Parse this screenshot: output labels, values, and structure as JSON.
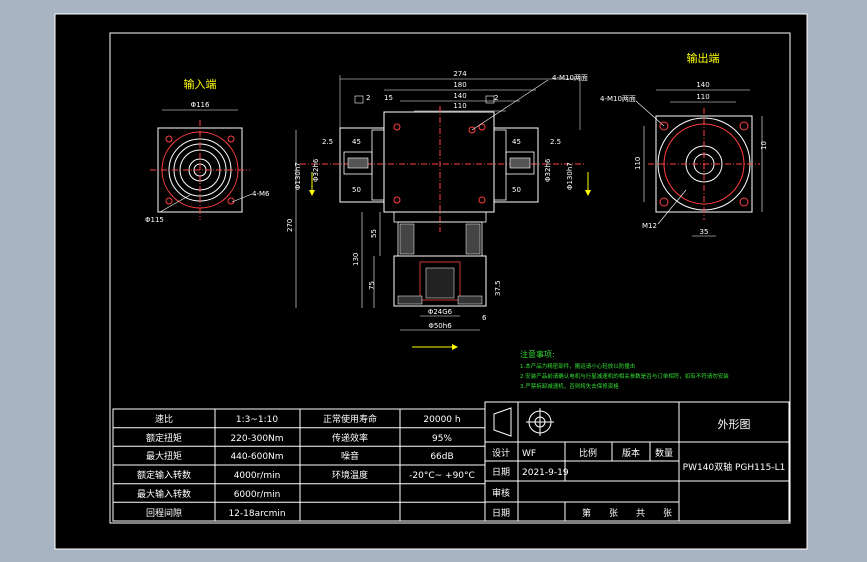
{
  "drawing": {
    "titles": {
      "input_end": "输入端",
      "output_end": "输出端"
    },
    "dims": {
      "d116": "Φ116",
      "d115": "Φ115",
      "m6": "4-M6",
      "l274": "274",
      "l180": "180",
      "l140": "140",
      "l110": "110",
      "n2a": "2",
      "n15": "15",
      "n2b": "2",
      "m10_top": "4-M10两面",
      "d2_5a": "2.5",
      "d45a": "45",
      "d2_5b": "2.5",
      "d45b": "45",
      "d130a": "Φ130h7",
      "d32a": "Φ32h6",
      "d50a": "50",
      "d50b": "50",
      "d32b": "Φ32h6",
      "d130b": "Φ130h7",
      "l270": "270",
      "l55": "55",
      "l130": "130",
      "l75": "75",
      "l37_5": "37.5",
      "d24": "Φ24G6",
      "d50": "Φ50h6",
      "n6": "6",
      "m10_right": "4-M10两面",
      "o140": "140",
      "o110": "110",
      "o10": "10",
      "o110v": "110",
      "m12": "M12",
      "o35": "35"
    },
    "notes": {
      "title": "注意事项:",
      "line1": "1.本产品为精密部件，搬运请小心轻放以防撞击",
      "line2": "2.安装产品前请确认电机与行星减速机的相关参数是否与订单相符，如有不符请勿安装",
      "line3": "3.严禁拆卸减速机，否则将失去保修资格"
    }
  },
  "spec_table": {
    "rows": [
      {
        "label": "速比",
        "value": "1:3~1:10",
        "label2": "正常使用寿命",
        "value2": "20000 h"
      },
      {
        "label": "额定扭矩",
        "value": "220-300Nm",
        "label2": "传递效率",
        "value2": "95%"
      },
      {
        "label": "最大扭矩",
        "value": "440-600Nm",
        "label2": "噪音",
        "value2": "66dB"
      },
      {
        "label": "额定输入转数",
        "value": "4000r/min",
        "label2": "环境温度",
        "value2": "-20°C~ +90°C"
      },
      {
        "label": "最大输入转数",
        "value": "6000r/min",
        "label2": "",
        "value2": ""
      },
      {
        "label": "回程间隙",
        "value": "12-18arcmin",
        "label2": "",
        "value2": ""
      }
    ]
  },
  "title_block": {
    "drawing_title": "外形图",
    "model": "PW140双轴 PGH115-L1",
    "design_label": "设计",
    "designer": "WF",
    "scale_label": "比例",
    "version_label": "版本",
    "qty_label": "数量",
    "date_label": "日期",
    "date": "2021-9-19",
    "review_label": "审核",
    "date_label2": "日期",
    "sheet_text": "第　　张　　共　　张"
  }
}
